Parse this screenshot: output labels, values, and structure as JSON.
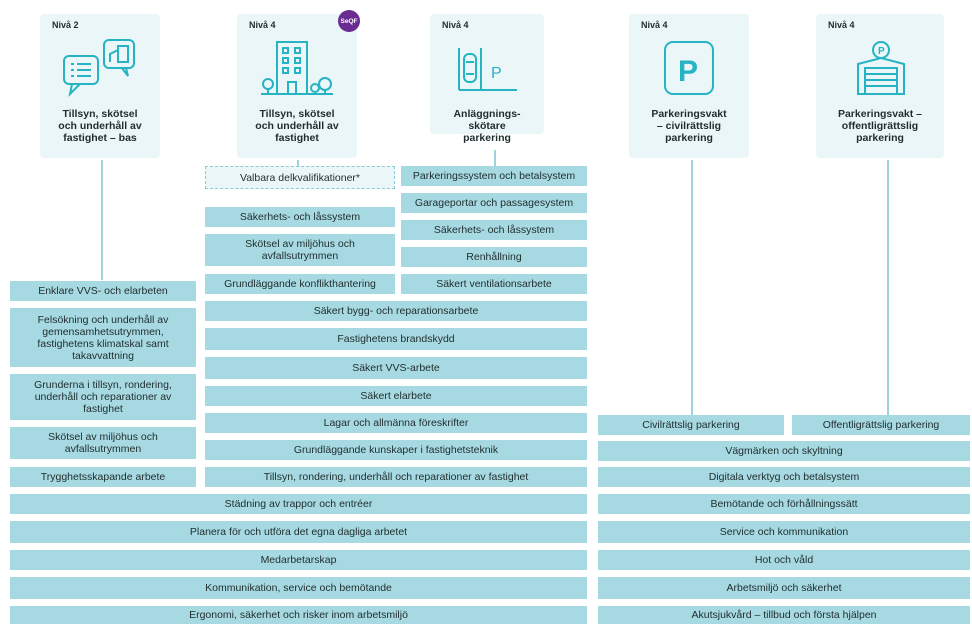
{
  "cards": [
    {
      "level": "Nivå 2",
      "title": "Tillsyn, skötsel och underhåll av fastighet – bas",
      "icon": "chat-building-icon"
    },
    {
      "level": "Nivå 4",
      "title": "Tillsyn, skötsel och underhåll av fastighet",
      "badge": "SeQF",
      "icon": "apartment-building-icon"
    },
    {
      "level": "Nivå 4",
      "title": "Anläggnings-skötare parkering",
      "icon": "car-parking-icon"
    },
    {
      "level": "Nivå 4",
      "title": "Parkeringsvakt – civilrättslig parkering",
      "icon": "parking-sign-icon"
    },
    {
      "level": "Nivå 4",
      "title": "Parkeringsvakt – offentligrättslig parkering",
      "icon": "parking-garage-icon"
    }
  ],
  "electives_label": "Valbara delkvalifikationer*",
  "left": {
    "col2": [
      "Parkeringssystem och betalsystem",
      "Garageportar och passagesystem",
      "Säkerhets- och låssystem",
      "Renhållning",
      "Säkert ventilationsarbete"
    ],
    "col1_top": [
      "Säkerhets- och låssystem",
      "Skötsel av miljöhus och avfallsutrymmen",
      "Grundläggande konflikthantering"
    ],
    "col0": [
      "Enklare VVS- och elarbeten",
      "Felsökning och underhåll av gemensamhetsutrymmen, fastighetens klimatskal samt takavvattning",
      "Grunderna i tillsyn, rondering, underhåll och reparationer av fastighet",
      "Skötsel av miljöhus och avfallsutrymmen",
      "Trygghetsskapande arbete"
    ],
    "col12": [
      "Säkert bygg- och reparationsarbete",
      "Fastighetens brandskydd",
      "Säkert VVS-arbete",
      "Säkert elarbete",
      "Lagar och allmänna föreskrifter",
      "Grundläggande kunskaper i fastighetsteknik",
      "Tillsyn, rondering, underhåll och reparationer av fastighet"
    ],
    "full": [
      "Städning av trappor och entréer",
      "Planera för och utföra det egna dagliga arbetet",
      "Medarbetarskap",
      "Kommunikation, service och bemötande",
      "Ergonomi, säkerhet och risker inom arbetsmiljö"
    ]
  },
  "right": {
    "split": [
      "Civilrättslig parkering",
      "Offentligrättslig parkering"
    ],
    "full": [
      "Vägmärken och skyltning",
      "Digitala verktyg och betalsystem",
      "Bemötande och förhållningssätt",
      "Service och kommunikation",
      "Hot och våld",
      "Arbetsmiljö och säkerhet",
      "Akutsjukvård – tillbud och första hjälpen"
    ]
  }
}
